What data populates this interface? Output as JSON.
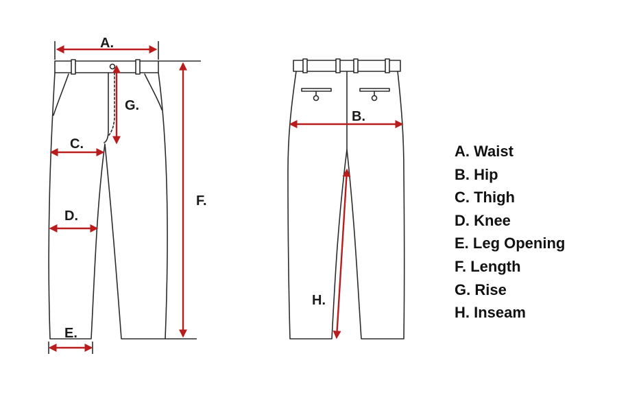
{
  "colors": {
    "outline": "#2b2b2b",
    "arrow": "#b91c1c",
    "text": "#111111"
  },
  "front_view": {
    "labels": {
      "waist": "A.",
      "thigh": "C.",
      "knee": "D.",
      "leg_opening": "E.",
      "length": "F.",
      "rise": "G."
    }
  },
  "back_view": {
    "labels": {
      "hip": "B.",
      "inseam": "H."
    }
  },
  "legend": {
    "items": [
      "A. Waist",
      "B. Hip",
      "C. Thigh",
      "D. Knee",
      "E. Leg Opening",
      "F. Length",
      "G. Rise",
      "H. Inseam"
    ]
  }
}
